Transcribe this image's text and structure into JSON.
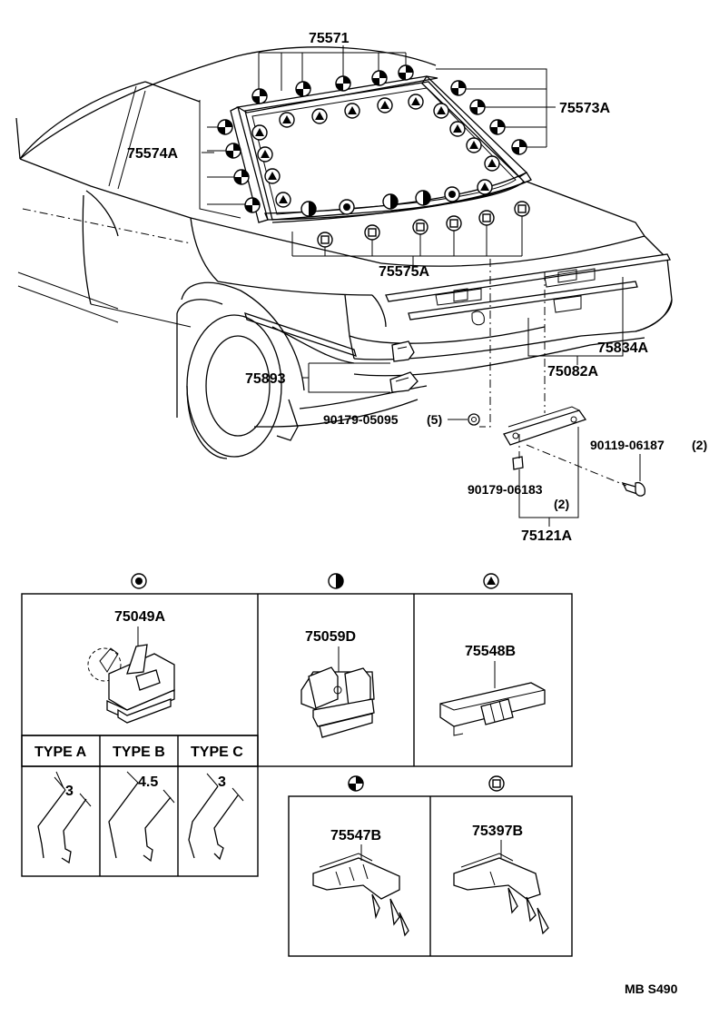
{
  "callouts": {
    "p75571": "75571",
    "p75573A": "75573A",
    "p75574A": "75574A",
    "p75575A": "75575A",
    "p75834A": "75834A",
    "p75082A": "75082A",
    "p75893": "75893",
    "p90179_05095": "90179-05095",
    "q5": "(5)",
    "p90119_06187": "90119-06187",
    "q2a": "(2)",
    "p90179_06183": "90179-06183",
    "q2b": "(2)",
    "p75121A": "75121A"
  },
  "clip_panels": {
    "p75049A": "75049A",
    "p75059D": "75059D",
    "p75548B": "75548B",
    "p75547B": "75547B",
    "p75397B": "75397B"
  },
  "types": {
    "a_label": "TYPE A",
    "b_label": "TYPE B",
    "c_label": "TYPE C",
    "a_dim": "3",
    "b_dim": "4.5",
    "c_dim": "3"
  },
  "symbols": {
    "dot": "dot-circle-symbol",
    "half": "half-circle-symbol",
    "triangle": "triangle-circle-symbol",
    "quarter": "quarter-circle-symbol",
    "square": "square-circle-symbol"
  },
  "footer": {
    "code": "MB S490"
  }
}
